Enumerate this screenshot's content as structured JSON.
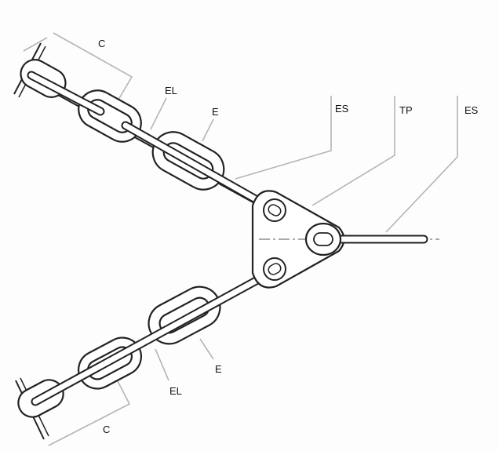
{
  "labels": {
    "c_top": "C",
    "el_top": "EL",
    "e_top": "E",
    "es_left": "ES",
    "tp": "TP",
    "es_right": "ES",
    "e_bottom": "E",
    "el_bottom": "EL",
    "c_bottom": "C"
  }
}
